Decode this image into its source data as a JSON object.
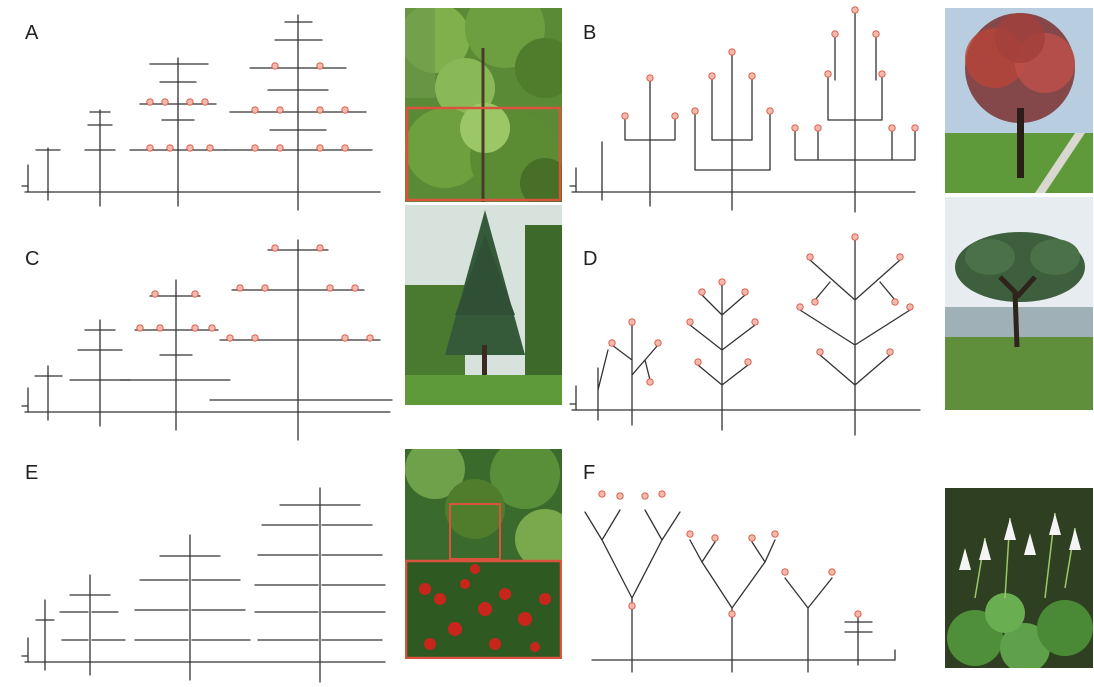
{
  "panels": [
    {
      "letter": "A"
    },
    {
      "letter": "B"
    },
    {
      "letter": "C"
    },
    {
      "letter": "D"
    },
    {
      "letter": "E"
    },
    {
      "letter": "F"
    }
  ],
  "colors": {
    "stroke": "#333333",
    "bud_fill": "#f2b9b0",
    "bud_stroke": "#d9533f",
    "inset_frame": "#d9533f",
    "foliage_dark": "#3f6b2c",
    "foliage_light": "#7fb04c",
    "sky": "#dfe8ef",
    "grass": "#5f9a3a",
    "berry": "#c8261c",
    "flower": "#f4f4f4",
    "bark": "#3a2a20"
  },
  "icons": {
    "A": "broadleaf-canopy-photo",
    "B": "red-flowering-tree-photo",
    "C": "conifer-tree-photo",
    "D": "umbrella-tree-photo",
    "E": "coffee-shrub-photo",
    "F": "snowdrop-herb-photo"
  }
}
